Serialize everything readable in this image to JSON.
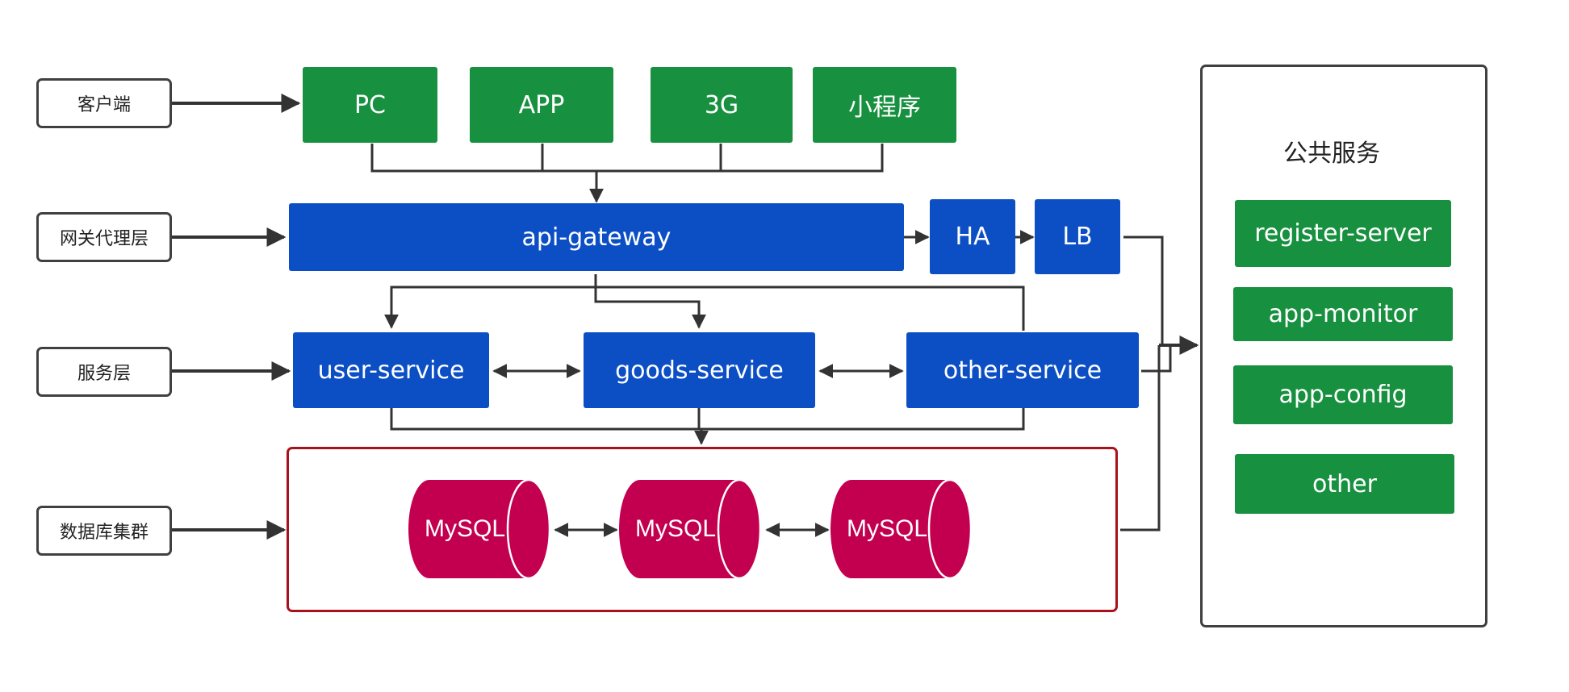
{
  "layers": {
    "client": "客户端",
    "gateway": "网关代理层",
    "service": "服务层",
    "database": "数据库集群"
  },
  "clients": [
    "PC",
    "APP",
    "3G",
    "小程序"
  ],
  "gateway": {
    "api": "api-gateway",
    "ha": "HA",
    "lb": "LB"
  },
  "services": [
    "user-service",
    "goods-service",
    "other-service"
  ],
  "databases": [
    "MySQL",
    "MySQL",
    "MySQL"
  ],
  "public_services": {
    "title": "公共服务",
    "items": [
      "register-server",
      "app-monitor",
      "app-config",
      "other"
    ]
  },
  "colors": {
    "green": "#17903f",
    "blue": "#0c4fc4",
    "db": "#c2004f",
    "cluster_border": "#a8121c",
    "line": "#333333"
  }
}
